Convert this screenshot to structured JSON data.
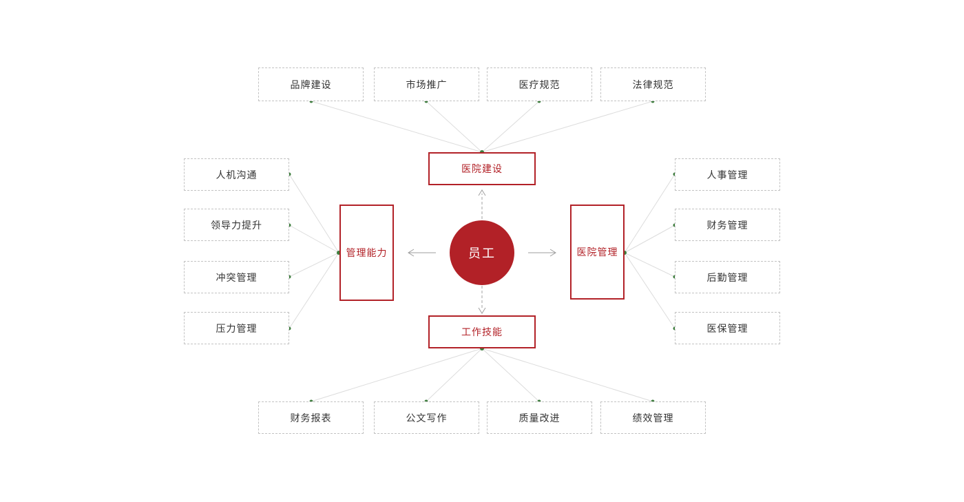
{
  "diagram": {
    "title_hidden": "",
    "center": {
      "label": "员工"
    },
    "hubs": {
      "top": {
        "label": "医院建设"
      },
      "left": {
        "label": "管理能力"
      },
      "right": {
        "label": "医院管理"
      },
      "bottom": {
        "label": "工作技能"
      }
    },
    "top_items": [
      {
        "label": "品牌建设"
      },
      {
        "label": "市场推广"
      },
      {
        "label": "医疗规范"
      },
      {
        "label": "法律规范"
      }
    ],
    "left_items": [
      {
        "label": "人机沟通"
      },
      {
        "label": "领导力提升"
      },
      {
        "label": "冲突管理"
      },
      {
        "label": "压力管理"
      }
    ],
    "right_items": [
      {
        "label": "人事管理"
      },
      {
        "label": "财务管理"
      },
      {
        "label": "后勤管理"
      },
      {
        "label": "医保管理"
      }
    ],
    "bottom_items": [
      {
        "label": "财务报表"
      },
      {
        "label": "公文写作"
      },
      {
        "label": "质量改进"
      },
      {
        "label": "绩效管理"
      }
    ],
    "colors": {
      "accent_red": "#b22127",
      "node_text": "#333333",
      "connector_line": "#dcdcdc",
      "dashed_border": "#c2c2c2",
      "arrow_gray": "#9c9c9c",
      "dot_green": "#3e7e3e",
      "center_text": "#ffffff"
    }
  }
}
